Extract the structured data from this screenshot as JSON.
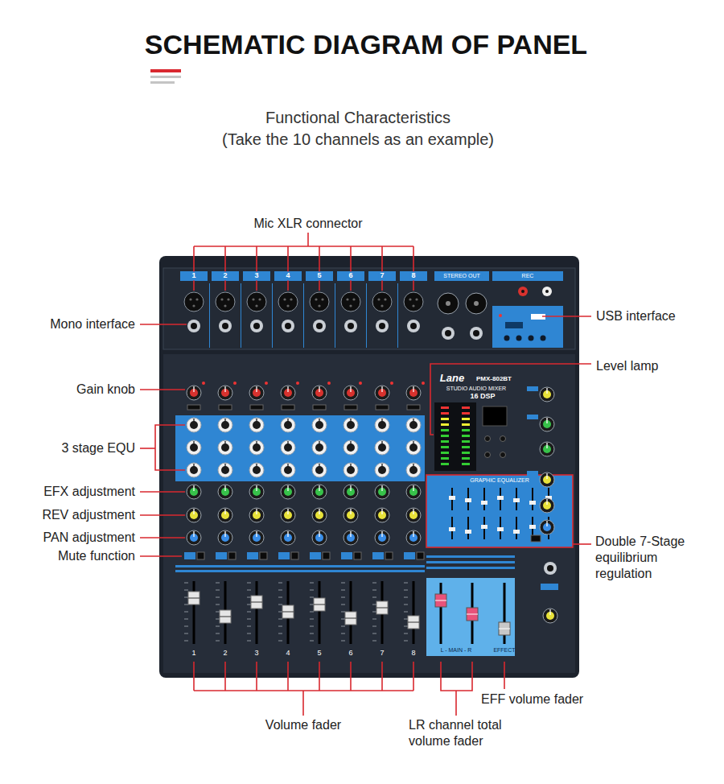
{
  "diagram": {
    "title": "SCHEMATIC DIAGRAM OF PANEL",
    "labels": [
      "Functional Characteristics",
      "(Take the 10 channels as an example)",
      "Mic XLR connector",
      "1",
      "2",
      "3",
      "4",
      "5",
      "6",
      "7",
      "8",
      "STEREO OUT",
      "REC",
      "Mono interface",
      "USB interface",
      "Level lamp",
      "Gain knob",
      "Lane",
      "PMX-802BT",
      "STUDIO AUDIO MIXER",
      "16 DSP",
      "3 stage EQU",
      "EFX adjustment",
      "REV adjustment",
      "GRAPHIC EQUALIZER",
      "PAN adjustment",
      "Double 7-Stage equilibrium regulation",
      "Mute function",
      "1",
      "2",
      "3",
      "4",
      "5",
      "6",
      "7",
      "8",
      "L - MAIN - R",
      "EFFECT",
      "EFF volume fader",
      "Volume fader",
      "LR channel total volume fader"
    ]
  }
}
